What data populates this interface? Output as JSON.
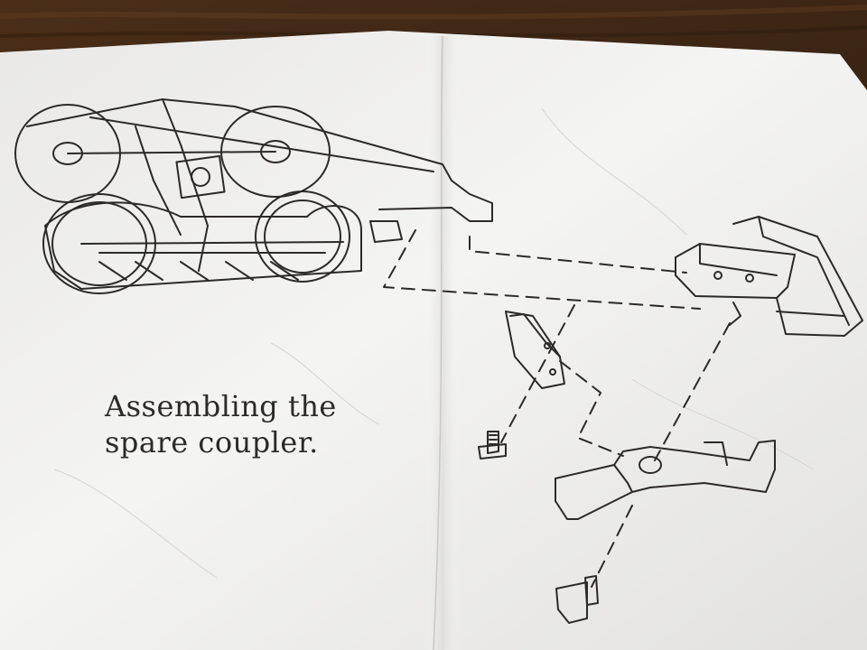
{
  "document": {
    "caption_line1": "Assembling the",
    "caption_line2": "spare coupler."
  },
  "colors": {
    "paper": "#f1f1f0",
    "ink": "#2c2a28",
    "table": "#3a2414"
  },
  "illustration": {
    "subject": "train-truck-and-coupler-exploded-diagram"
  }
}
